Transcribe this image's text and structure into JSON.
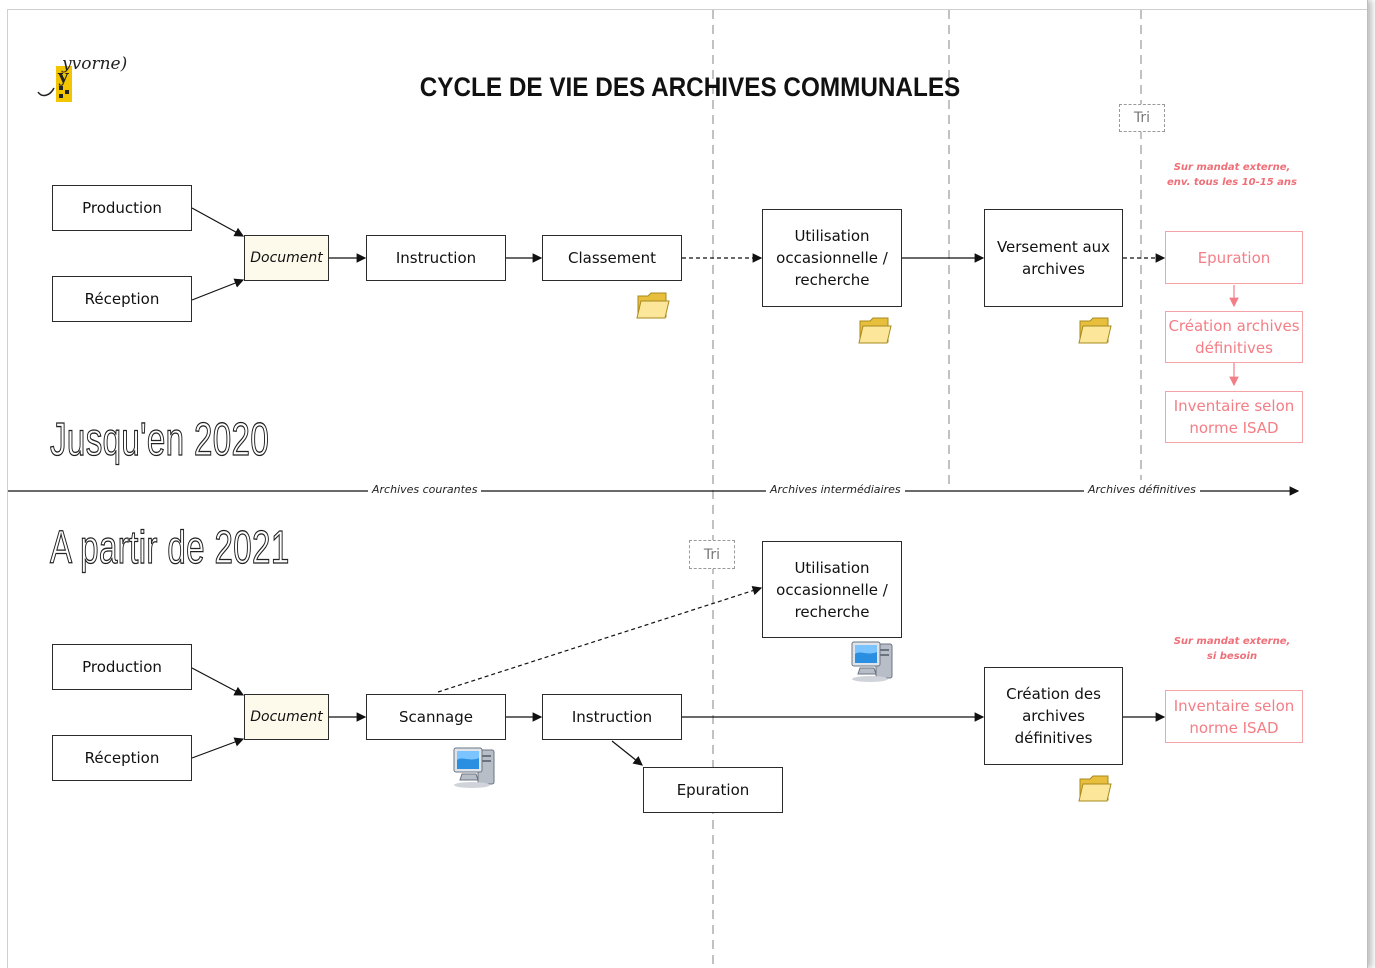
{
  "title": "CYCLE DE VIE DES ARCHIVES COMMUNALES",
  "logo": {
    "text": "yvorne)"
  },
  "section_labels": {
    "before": "Jusqu'en 2020",
    "after": "A partir de 2021"
  },
  "phases": {
    "current": "Archives courantes",
    "intermediate": "Archives intermédiaires",
    "definitive": "Archives définitives"
  },
  "top_flow": {
    "production": "Production",
    "reception": "Réception",
    "document": "Document",
    "instruction": "Instruction",
    "classement": "Classement",
    "utilisation": "Utilisation\noccasionnelle /\nrecherche",
    "versement": "Versement aux\narchives",
    "tri": "Tri",
    "note": "Sur mandat externe,\nenv. tous les 10-15 ans",
    "epuration": "Epuration",
    "creation": "Création archives\ndéfinitives",
    "inventaire": "Inventaire selon\nnorme ISAD"
  },
  "bottom_flow": {
    "production": "Production",
    "reception": "Réception",
    "document": "Document",
    "scannage": "Scannage",
    "instruction": "Instruction",
    "epuration": "Epuration",
    "tri": "Tri",
    "utilisation": "Utilisation\noccasionnelle /\nrecherche",
    "creation": "Création des\narchives\ndéfinitives",
    "note": "Sur mandat externe,\nsi besoin",
    "inventaire": "Inventaire selon\nnorme ISAD"
  },
  "icons": [
    "folder-icon",
    "computer-icon",
    "yvorne-logo"
  ],
  "colors": {
    "pink": "#f37e86",
    "document_fill": "#fdfaec"
  }
}
